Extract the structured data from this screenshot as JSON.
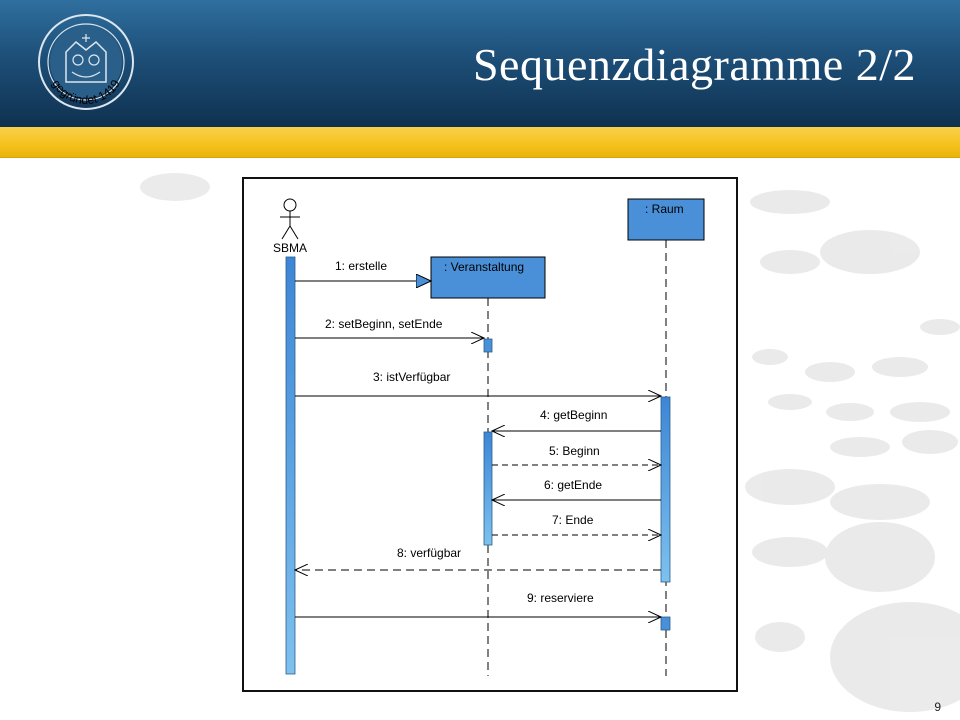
{
  "slide": {
    "title": "Sequenzdiagramme 2/2",
    "page_number": "9",
    "seal_text": "gegründet 1419"
  },
  "colors": {
    "header_dark": "#0f3150",
    "header_light": "#2f6f9f",
    "gold": "#f5c21c",
    "lifeline_box": "#4a90d9",
    "activation": "#5a9ee6"
  },
  "diagram": {
    "actor": {
      "name": "SBMA",
      "icon": "stick-figure-icon"
    },
    "objects": [
      {
        "name": ": Veranstaltung"
      },
      {
        "name": ": Raum"
      }
    ],
    "messages": [
      {
        "label": "1: erstelle",
        "kind": "create"
      },
      {
        "label": "2: setBeginn, setEnde",
        "kind": "sync"
      },
      {
        "label": "3: istVerfügbar",
        "kind": "sync"
      },
      {
        "label": "4: getBeginn",
        "kind": "sync"
      },
      {
        "label": "5: Beginn",
        "kind": "return"
      },
      {
        "label": "6: getEnde",
        "kind": "sync"
      },
      {
        "label": "7: Ende",
        "kind": "return"
      },
      {
        "label": "8: verfügbar",
        "kind": "return"
      },
      {
        "label": "9: reserviere",
        "kind": "sync"
      }
    ]
  }
}
